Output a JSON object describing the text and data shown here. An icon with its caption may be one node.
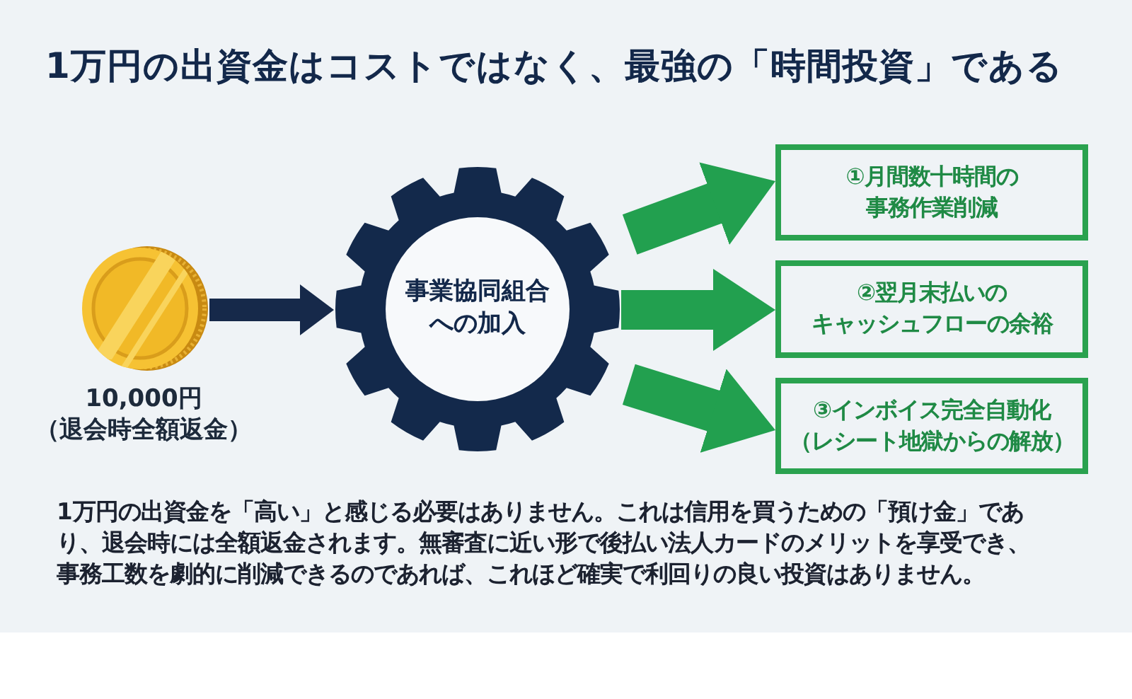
{
  "diagram": {
    "title": "1万円の出資金はコストではなく、最強の「時間投資」である",
    "caption": "1万円の出資金を「高い」と感じる必要はありません。これは信用を買うための「預け金」であり、退会時には全額返金されます。無審査に近い形で後払い法人カードのメリットを享受でき、事務工数を劇的に削減できるのであれば、これほど確実で利回りの良い投資はありません。",
    "nodes": [
      {
        "text": [],
        "shape": "picture",
        "beside": [
          "10,000円",
          "（退会時全額返金）"
        ]
      },
      {
        "text": [
          "事業協同組合への加入"
        ]
      },
      {
        "text": [
          "①月間数十時間の事務作業削減"
        ]
      },
      {
        "text": [
          "②翌月末払いのキャッシュフローの余裕"
        ]
      },
      {
        "text": [
          "③インボイス完全自動化（レシート地獄からの解放）"
        ]
      }
    ],
    "edges": [
      {
        "from": 0,
        "to": 1,
        "arrow": "to",
        "color": "#16294a"
      },
      {
        "from": 1,
        "to": 2,
        "arrow": "to"
      },
      {
        "from": 1,
        "to": 3,
        "arrow": "to"
      },
      {
        "from": 1,
        "to": 4,
        "arrow": "to"
      }
    ]
  }
}
